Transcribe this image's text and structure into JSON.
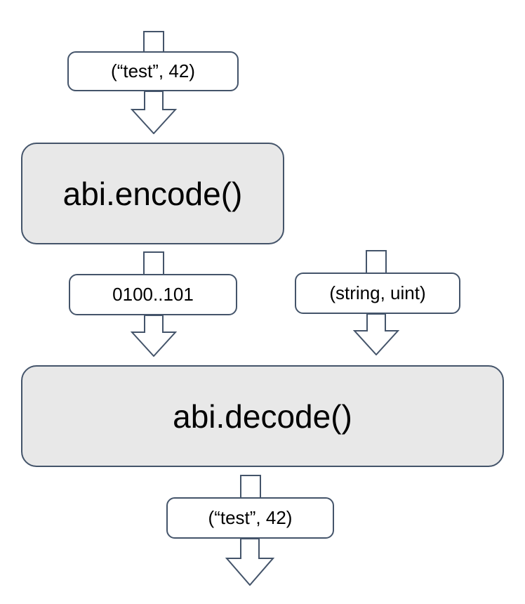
{
  "diagram_title": "abi encode decode flow",
  "colors": {
    "stroke": "#44546a",
    "process_fill": "#e8e8e8",
    "label_fill": "#ffffff",
    "text": "#000000"
  },
  "nodes": {
    "input_top": {
      "label": "(“test”, 42)"
    },
    "encode": {
      "label": "abi.encode()"
    },
    "encoded": {
      "label": "0100..101"
    },
    "types": {
      "label": "(string, uint)"
    },
    "decode": {
      "label": "abi.decode()"
    },
    "output": {
      "label": "(“test”, 42)"
    }
  }
}
